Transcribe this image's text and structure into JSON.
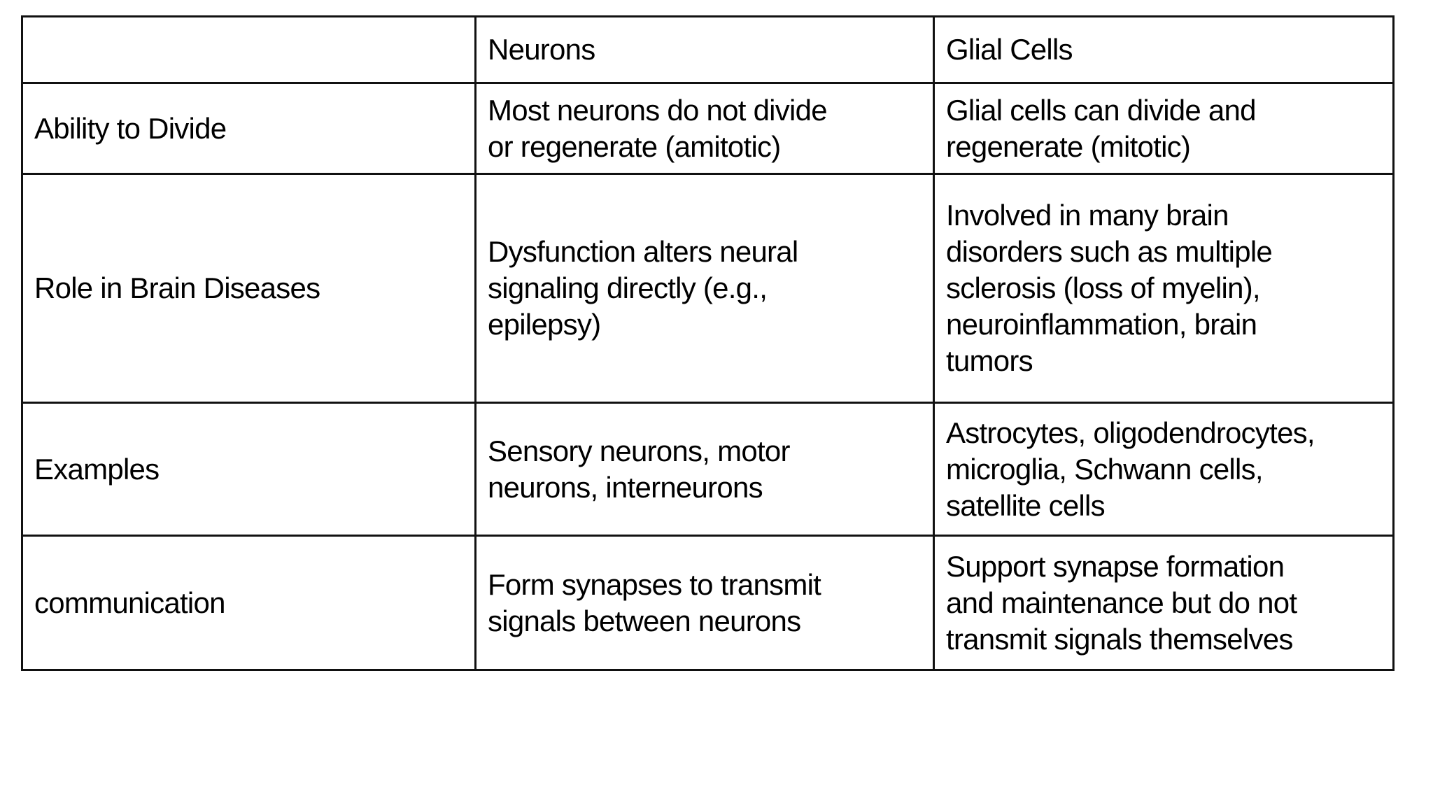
{
  "page": {
    "background": "#ffffff",
    "border_color": "#111111",
    "text_color": "#000000"
  },
  "table": {
    "columns": [
      {
        "label": ""
      },
      {
        "label": "Neurons"
      },
      {
        "label": "Glial Cells"
      }
    ],
    "rows": [
      {
        "label": "Ability to Divide",
        "neurons": "Most neurons do not divide\nor regenerate (amitotic)",
        "glial": "Glial cells can divide and\nregenerate (mitotic)"
      },
      {
        "label": "Role in Brain Diseases",
        "neurons": "Dysfunction alters neural\nsignaling directly (e.g.,\nepilepsy)",
        "glial": "Involved in many brain\ndisorders such as multiple\nsclerosis (loss of myelin),\nneuroinflammation, brain\ntumors"
      },
      {
        "label": "Examples",
        "neurons": "Sensory neurons, motor\nneurons, interneurons",
        "glial": "Astrocytes, oligodendrocytes,\nmicroglia, Schwann cells,\nsatellite cells"
      },
      {
        "label": "communication",
        "neurons": "Form synapses to transmit\nsignals between neurons",
        "glial": "Support synapse formation\nand maintenance but do not\ntransmit signals themselves"
      }
    ]
  }
}
